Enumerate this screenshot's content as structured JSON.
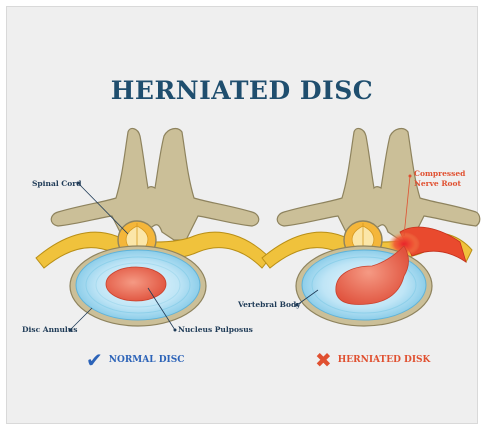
{
  "title": "HERNIATED DISC",
  "labels": {
    "spinal_cord": "Spinal Cord",
    "disc_annulus": "Disc Annulus",
    "nucleus_pulposus": "Nucleus Pulposus",
    "compressed_nerve_root_line1": "Compressed",
    "compressed_nerve_root_line2": "Nerve Root",
    "vertebral_body": "Vertebral Body"
  },
  "status": {
    "normal": {
      "label": "NORMAL DISC",
      "icon": "checkmark-icon",
      "color": "#2c63b8"
    },
    "herniated": {
      "label": "HERNIATED DISK",
      "icon": "x-mark-icon",
      "color": "#e05030"
    }
  },
  "colors": {
    "background": "#efefef",
    "title": "#1f4e6e",
    "bone": "#cbbf98",
    "nerve": "#f0c23c",
    "disc": "#b8e2f5",
    "nucleus": "#e8624a",
    "inflammation": "#e53b2c"
  }
}
